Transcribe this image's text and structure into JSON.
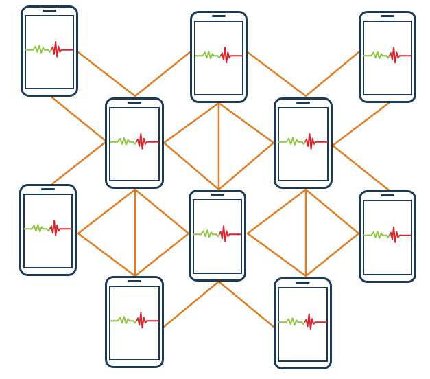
{
  "colors": {
    "phone_body": "#1b3a57",
    "screen_bg": "#ffffff",
    "connection": "#e07b1f",
    "signal_quiet": "#8cc63f",
    "signal_spike": "#d7262e"
  },
  "nodes": [
    {
      "id": "phone-1",
      "icon": "smartphone-seismograph-icon"
    },
    {
      "id": "phone-2",
      "icon": "smartphone-seismograph-icon"
    },
    {
      "id": "phone-3",
      "icon": "smartphone-seismograph-icon"
    },
    {
      "id": "phone-4",
      "icon": "smartphone-seismograph-icon"
    },
    {
      "id": "phone-5",
      "icon": "smartphone-seismograph-icon"
    },
    {
      "id": "phone-6",
      "icon": "smartphone-seismograph-icon"
    },
    {
      "id": "phone-7",
      "icon": "smartphone-seismograph-icon"
    },
    {
      "id": "phone-8",
      "icon": "smartphone-seismograph-icon"
    },
    {
      "id": "phone-9",
      "icon": "smartphone-seismograph-icon"
    },
    {
      "id": "phone-10",
      "icon": "smartphone-seismograph-icon"
    },
    {
      "id": "phone-11",
      "icon": "smartphone-seismograph-icon"
    }
  ]
}
